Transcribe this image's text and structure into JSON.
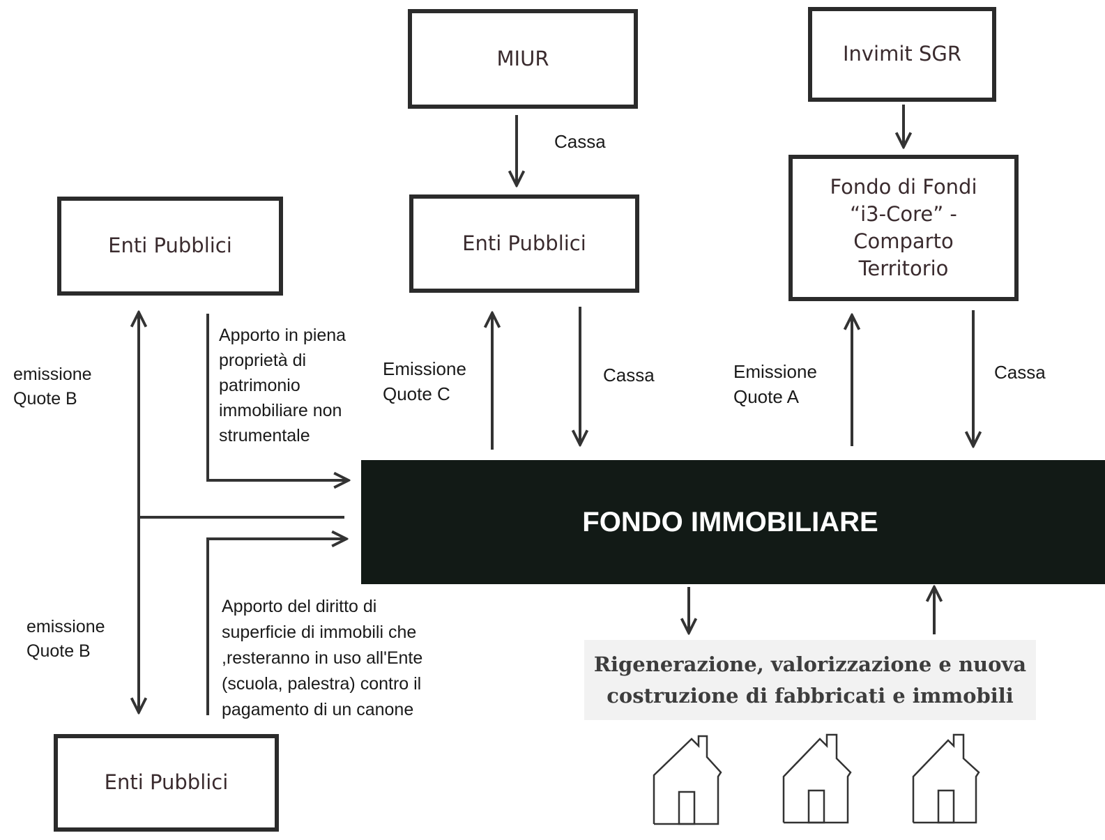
{
  "boxes": {
    "miur": "MIUR",
    "invimit": "Invimit SGR",
    "enti_top_left": "Enti Pubblici",
    "enti_center": "Enti Pubblici",
    "enti_bottom_left": "Enti Pubblici",
    "fondo_di_fondi": [
      "Fondo di Fondi",
      "“i3-Core” -",
      "Comparto",
      "Territorio"
    ]
  },
  "center": "FONDO IMMOBILIARE",
  "regeneration": [
    "Rigenerazione, valorizzazione  e nuova",
    "costruzione di fabbricati e immobili"
  ],
  "labels": {
    "cassa_miur": "Cassa",
    "cassa_center": "Cassa",
    "cassa_right": "Cassa",
    "emissione_c": [
      "Emissione",
      "Quote  C"
    ],
    "emissione_a": [
      "Emissione",
      "Quote A"
    ],
    "emissione_b_top": [
      "emissione",
      "Quote B"
    ],
    "emissione_b_bottom": [
      "emissione",
      "Quote B"
    ],
    "apporto_piena": [
      "Apporto in piena",
      "proprietà di",
      "patrimonio",
      "immobiliare non",
      "strumentale"
    ],
    "apporto_diritto": [
      "Apporto del diritto di",
      "superficie di immobili che",
      ",resteranno  in uso all'Ente",
      "(scuola, palestra) contro il",
      "pagamento di un canone"
    ]
  }
}
